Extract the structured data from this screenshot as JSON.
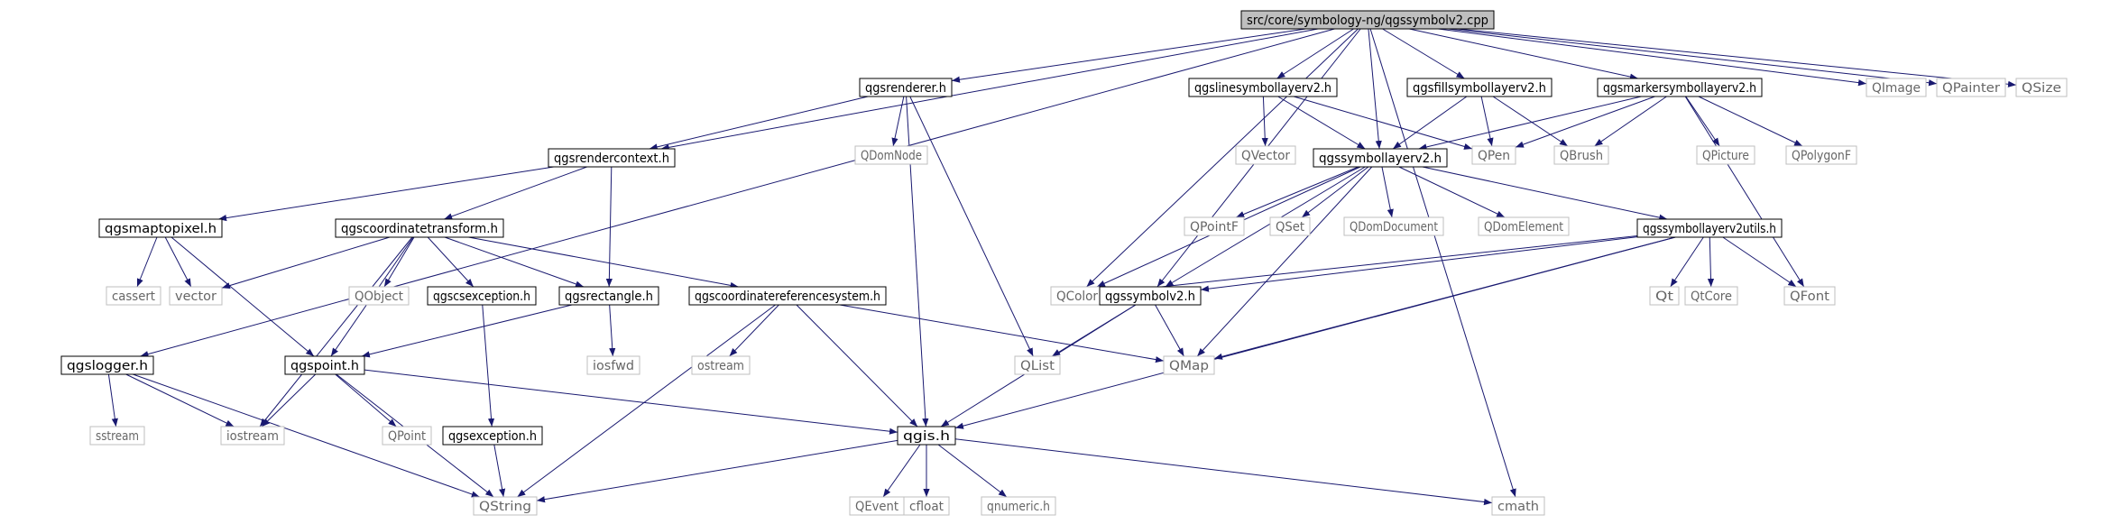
{
  "colors": {
    "edge": "#191970",
    "border_internal": "#000000",
    "border_external": "#bfbfbf",
    "root_fill": "#bfbfbf",
    "text_internal": "#000000",
    "text_external": "#666666",
    "background": "#ffffff"
  },
  "nodes": [
    {
      "id": "root",
      "label": "src/core/symbology-ng/qgssymbolv2.cpp",
      "kind": "root"
    },
    {
      "id": "qgsrenderer",
      "label": "qgsrenderer.h",
      "kind": "internal"
    },
    {
      "id": "qgslinesymbollayerv2",
      "label": "qgslinesymbollayerv2.h",
      "kind": "internal"
    },
    {
      "id": "qgsfillsymbollayerv2",
      "label": "qgsfillsymbollayerv2.h",
      "kind": "internal"
    },
    {
      "id": "qgsmarkersymbollayerv2",
      "label": "qgsmarkersymbollayerv2.h",
      "kind": "internal"
    },
    {
      "id": "QImage",
      "label": "QImage",
      "kind": "external"
    },
    {
      "id": "QPainter",
      "label": "QPainter",
      "kind": "external"
    },
    {
      "id": "QSize",
      "label": "QSize",
      "kind": "external"
    },
    {
      "id": "qgsrendercontext",
      "label": "qgsrendercontext.h",
      "kind": "internal"
    },
    {
      "id": "QDomNode",
      "label": "QDomNode",
      "kind": "external"
    },
    {
      "id": "QVector",
      "label": "QVector",
      "kind": "external"
    },
    {
      "id": "qgssymbollayerv2",
      "label": "qgssymbollayerv2.h",
      "kind": "internal"
    },
    {
      "id": "QPen",
      "label": "QPen",
      "kind": "external"
    },
    {
      "id": "QBrush",
      "label": "QBrush",
      "kind": "external"
    },
    {
      "id": "QPicture",
      "label": "QPicture",
      "kind": "external"
    },
    {
      "id": "QPolygonF",
      "label": "QPolygonF",
      "kind": "external"
    },
    {
      "id": "qgsmaptopixel",
      "label": "qgsmaptopixel.h",
      "kind": "internal"
    },
    {
      "id": "qgscoordinatetransform",
      "label": "qgscoordinatetransform.h",
      "kind": "internal"
    },
    {
      "id": "QPointF",
      "label": "QPointF",
      "kind": "external"
    },
    {
      "id": "QSet",
      "label": "QSet",
      "kind": "external"
    },
    {
      "id": "QDomDocument",
      "label": "QDomDocument",
      "kind": "external"
    },
    {
      "id": "QDomElement",
      "label": "QDomElement",
      "kind": "external"
    },
    {
      "id": "qgssymbollayerv2utils",
      "label": "qgssymbollayerv2utils.h",
      "kind": "internal"
    },
    {
      "id": "cassert",
      "label": "cassert",
      "kind": "external"
    },
    {
      "id": "vector",
      "label": "vector",
      "kind": "external"
    },
    {
      "id": "QObject",
      "label": "QObject",
      "kind": "external"
    },
    {
      "id": "qgscsexception",
      "label": "qgscsexception.h",
      "kind": "internal"
    },
    {
      "id": "qgsrectangle",
      "label": "qgsrectangle.h",
      "kind": "internal"
    },
    {
      "id": "qgscoordinatereferencesystem",
      "label": "qgscoordinatereferencesystem.h",
      "kind": "internal"
    },
    {
      "id": "QColor",
      "label": "QColor",
      "kind": "external"
    },
    {
      "id": "qgssymbolv2",
      "label": "qgssymbolv2.h",
      "kind": "internal"
    },
    {
      "id": "Qt",
      "label": "Qt",
      "kind": "external"
    },
    {
      "id": "QtCore",
      "label": "QtCore",
      "kind": "external"
    },
    {
      "id": "QFont",
      "label": "QFont",
      "kind": "external"
    },
    {
      "id": "qgslogger",
      "label": "qgslogger.h",
      "kind": "internal"
    },
    {
      "id": "qgspoint",
      "label": "qgspoint.h",
      "kind": "internal"
    },
    {
      "id": "iosfwd",
      "label": "iosfwd",
      "kind": "external"
    },
    {
      "id": "ostream",
      "label": "ostream",
      "kind": "external"
    },
    {
      "id": "QList",
      "label": "QList",
      "kind": "external"
    },
    {
      "id": "QMap",
      "label": "QMap",
      "kind": "external"
    },
    {
      "id": "sstream",
      "label": "sstream",
      "kind": "external"
    },
    {
      "id": "iostream",
      "label": "iostream",
      "kind": "external"
    },
    {
      "id": "QPoint",
      "label": "QPoint",
      "kind": "external"
    },
    {
      "id": "qgsexception",
      "label": "qgsexception.h",
      "kind": "internal"
    },
    {
      "id": "qgis",
      "label": "qgis.h",
      "kind": "internal"
    },
    {
      "id": "QEvent",
      "label": "QEvent",
      "kind": "external"
    },
    {
      "id": "cfloat",
      "label": "cfloat",
      "kind": "external"
    },
    {
      "id": "qnumeric",
      "label": "qnumeric.h",
      "kind": "external"
    },
    {
      "id": "QString",
      "label": "QString",
      "kind": "external"
    },
    {
      "id": "cmath",
      "label": "cmath",
      "kind": "external"
    }
  ],
  "edges": [
    [
      "root",
      "qgsrenderer"
    ],
    [
      "root",
      "qgslinesymbollayerv2"
    ],
    [
      "root",
      "qgsfillsymbollayerv2"
    ],
    [
      "root",
      "qgsmarkersymbollayerv2"
    ],
    [
      "root",
      "QImage"
    ],
    [
      "root",
      "QPainter"
    ],
    [
      "root",
      "QSize"
    ],
    [
      "root",
      "qgsrendercontext"
    ],
    [
      "root",
      "qgssymbollayerv2"
    ],
    [
      "root",
      "qgssymbolv2"
    ],
    [
      "root",
      "QColor"
    ],
    [
      "root",
      "cmath"
    ],
    [
      "root",
      "qgslogger"
    ],
    [
      "qgsrenderer",
      "qgsrendercontext"
    ],
    [
      "qgsrenderer",
      "QDomNode"
    ],
    [
      "qgsrenderer",
      "QList"
    ],
    [
      "qgsrenderer",
      "qgis"
    ],
    [
      "qgslinesymbollayerv2",
      "QVector"
    ],
    [
      "qgslinesymbollayerv2",
      "qgssymbollayerv2"
    ],
    [
      "qgslinesymbollayerv2",
      "QPen"
    ],
    [
      "qgsfillsymbollayerv2",
      "qgssymbollayerv2"
    ],
    [
      "qgsfillsymbollayerv2",
      "QPen"
    ],
    [
      "qgsfillsymbollayerv2",
      "QBrush"
    ],
    [
      "qgsmarkersymbollayerv2",
      "qgssymbollayerv2"
    ],
    [
      "qgsmarkersymbollayerv2",
      "QPen"
    ],
    [
      "qgsmarkersymbollayerv2",
      "QBrush"
    ],
    [
      "qgsmarkersymbollayerv2",
      "QPicture"
    ],
    [
      "qgsmarkersymbollayerv2",
      "QPolygonF"
    ],
    [
      "qgsmarkersymbollayerv2",
      "QFont"
    ],
    [
      "qgsrendercontext",
      "qgsmaptopixel"
    ],
    [
      "qgsrendercontext",
      "qgscoordinatetransform"
    ],
    [
      "qgsrendercontext",
      "qgsrectangle"
    ],
    [
      "qgssymbollayerv2",
      "QPointF"
    ],
    [
      "qgssymbollayerv2",
      "QSet"
    ],
    [
      "qgssymbollayerv2",
      "QDomDocument"
    ],
    [
      "qgssymbollayerv2",
      "QDomElement"
    ],
    [
      "qgssymbollayerv2",
      "qgssymbollayerv2utils"
    ],
    [
      "qgssymbollayerv2",
      "QColor"
    ],
    [
      "qgssymbollayerv2",
      "qgssymbolv2"
    ],
    [
      "qgssymbollayerv2",
      "QMap"
    ],
    [
      "qgsmaptopixel",
      "cassert"
    ],
    [
      "qgsmaptopixel",
      "vector"
    ],
    [
      "qgsmaptopixel",
      "qgspoint"
    ],
    [
      "qgscoordinatetransform",
      "vector"
    ],
    [
      "qgscoordinatetransform",
      "QObject"
    ],
    [
      "qgscoordinatetransform",
      "qgscsexception"
    ],
    [
      "qgscoordinatetransform",
      "qgsrectangle"
    ],
    [
      "qgscoordinatetransform",
      "qgscoordinatereferencesystem"
    ],
    [
      "qgscoordinatetransform",
      "qgspoint"
    ],
    [
      "qgscoordinatetransform",
      "iostream"
    ],
    [
      "qgssymbollayerv2utils",
      "QColor"
    ],
    [
      "qgssymbollayerv2utils",
      "qgssymbolv2"
    ],
    [
      "qgssymbollayerv2utils",
      "Qt"
    ],
    [
      "qgssymbollayerv2utils",
      "QtCore"
    ],
    [
      "qgssymbollayerv2utils",
      "QFont"
    ],
    [
      "qgssymbollayerv2utils",
      "QMap"
    ],
    [
      "qgssymbollayerv2utils",
      "qgis"
    ],
    [
      "qgscsexception",
      "qgsexception"
    ],
    [
      "qgsrectangle",
      "iosfwd"
    ],
    [
      "qgsrectangle",
      "qgspoint"
    ],
    [
      "qgscoordinatereferencesystem",
      "ostream"
    ],
    [
      "qgscoordinatereferencesystem",
      "QMap"
    ],
    [
      "qgscoordinatereferencesystem",
      "qgis"
    ],
    [
      "qgscoordinatereferencesystem",
      "QString"
    ],
    [
      "qgssymbolv2",
      "QList"
    ],
    [
      "qgssymbolv2",
      "QMap"
    ],
    [
      "qgssymbolv2",
      "qgis"
    ],
    [
      "qgslogger",
      "sstream"
    ],
    [
      "qgslogger",
      "iostream"
    ],
    [
      "qgslogger",
      "QString"
    ],
    [
      "qgspoint",
      "iostream"
    ],
    [
      "qgspoint",
      "QPoint"
    ],
    [
      "qgspoint",
      "qgis"
    ],
    [
      "qgspoint",
      "QString"
    ],
    [
      "qgsexception",
      "QString"
    ],
    [
      "qgis",
      "QEvent"
    ],
    [
      "qgis",
      "cfloat"
    ],
    [
      "qgis",
      "qnumeric"
    ],
    [
      "qgis",
      "QString"
    ],
    [
      "qgis",
      "cmath"
    ]
  ]
}
